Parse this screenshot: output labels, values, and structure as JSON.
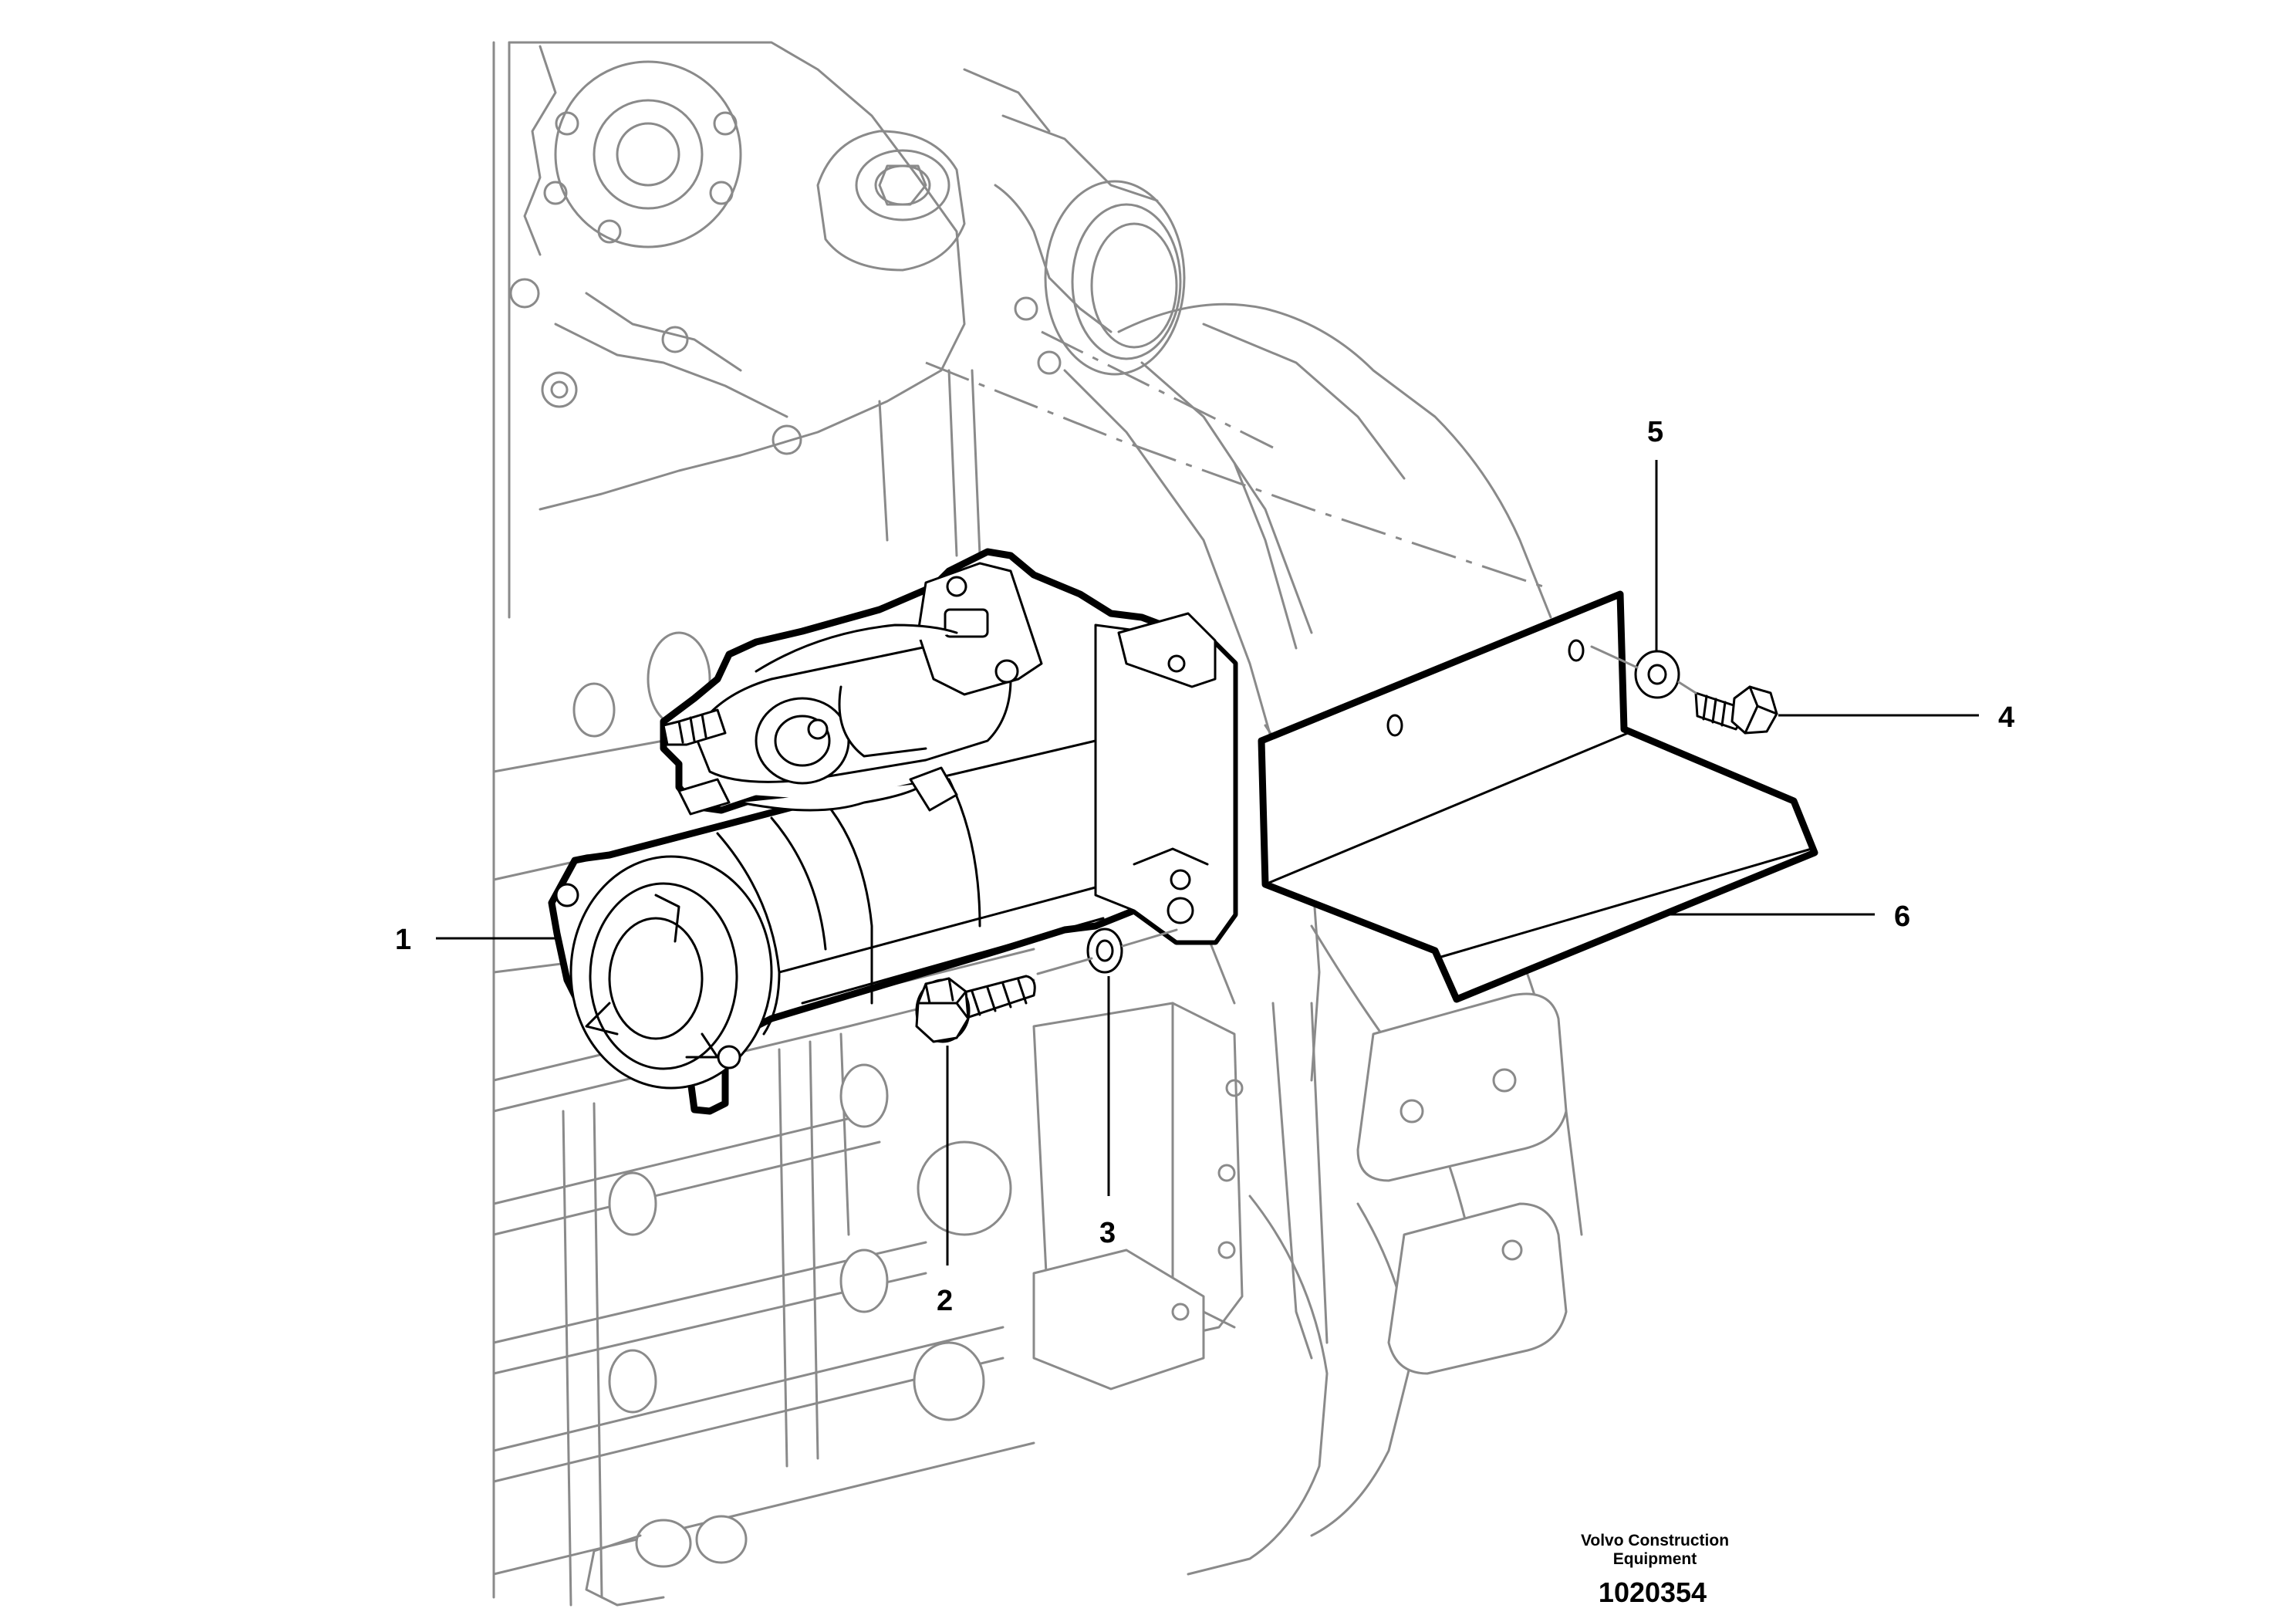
{
  "callouts": [
    {
      "id": "1",
      "label": "1"
    },
    {
      "id": "2",
      "label": "2"
    },
    {
      "id": "3",
      "label": "3"
    },
    {
      "id": "4",
      "label": "4"
    },
    {
      "id": "5",
      "label": "5"
    },
    {
      "id": "6",
      "label": "6"
    }
  ],
  "footer": {
    "maker_line1": "Volvo Construction",
    "maker_line2": "Equipment",
    "drawing_number": "1020354"
  },
  "colors": {
    "ink": "#000000",
    "background_lines": "#8a8a8a",
    "paper": "#ffffff"
  }
}
